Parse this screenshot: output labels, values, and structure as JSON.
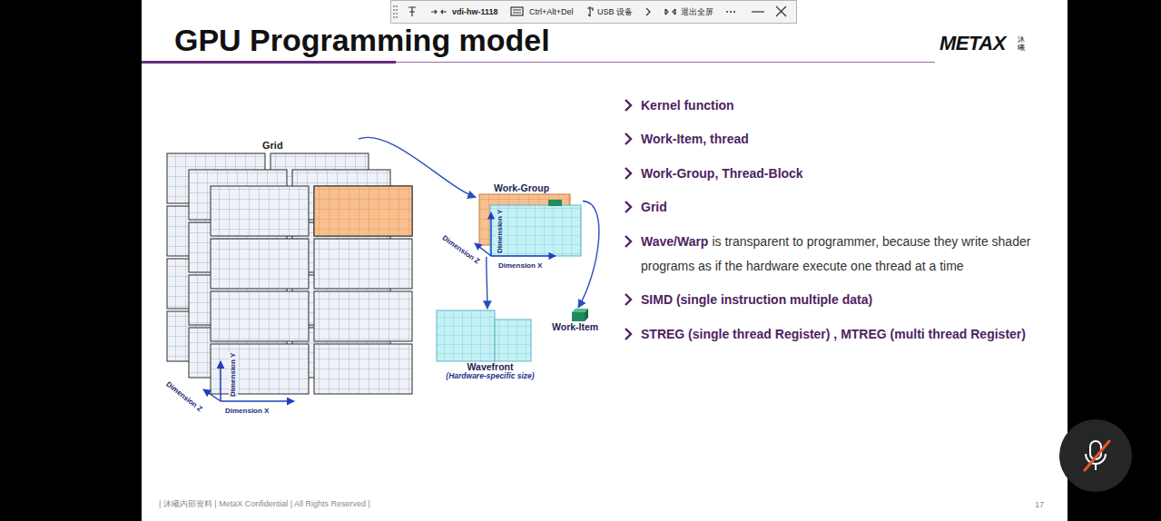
{
  "diagram": {
    "title": "GPU Programming model",
    "nodes": [
      {
        "text": [
          "Grid"
        ]
      },
      {
        "text": [
          "Work-Group"
        ]
      },
      {
        "text": [
          "Wavefront",
          "(Hardware-specific size)"
        ]
      },
      {
        "text": [
          "Work-Item"
        ]
      }
    ],
    "edges": [
      {
        "from": 0,
        "to": 1,
        "arrow": "to"
      },
      {
        "from": 1,
        "to": 2,
        "arrow": "to"
      },
      {
        "from": 1,
        "to": 3,
        "arrow": "to"
      }
    ],
    "labels": [
      "vdi-hw-1118",
      "Ctrl+Alt+Del",
      "USB 设备",
      "退出全屏",
      "METAX",
      "沐曦",
      "Dimension Y",
      "Dimension Z",
      "Dimension X",
      "Dimension Y",
      "Dimension Z",
      "Dimension X",
      "Kernel function",
      "Work-Item, thread",
      "Work-Group, Thread-Block",
      "Grid",
      "Wave/Warp",
      "is transparent to programmer, because they write shader programs as if the hardware execute one thread at a time",
      "SIMD (single instruction multiple data)",
      "STREG (single thread Register) , MTREG (multi thread Register)",
      "| 沐曦内部资料 | MetaX Confidential | All Rights Reserved |",
      "17"
    ]
  }
}
